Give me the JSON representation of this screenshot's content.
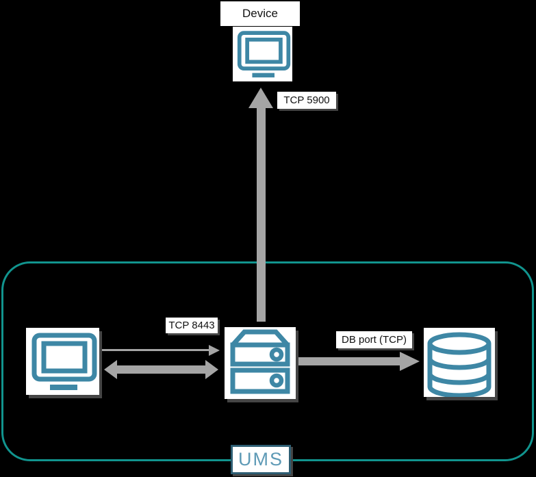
{
  "colors": {
    "background": "#000000",
    "icon_teal": "#3E87A5",
    "group_border_teal": "#11948E",
    "arrow_gray": "#A5A5A5",
    "label_text": "#111111",
    "label_background": "#FFFFFF",
    "ums_label_text": "#5E9AB6",
    "ums_label_border": "#2E5E73",
    "shadow_gray": "#454545"
  },
  "diagram": {
    "device": {
      "label": "Device",
      "icon": "monitor-icon"
    },
    "edges": {
      "server_to_device": {
        "label": "TCP 5900",
        "style": "thick-arrow-up"
      },
      "console_to_server": {
        "label": "TCP 8443",
        "style": "thin-arrow-right"
      },
      "console_server_sync": {
        "style": "thick-arrow-bidirectional"
      },
      "server_to_database": {
        "label": "DB port (TCP)",
        "style": "thick-arrow-right"
      }
    },
    "group": {
      "label": "UMS",
      "nodes": {
        "console": {
          "icon": "monitor-icon"
        },
        "server": {
          "icon": "server-icon"
        },
        "database": {
          "icon": "database-icon"
        }
      }
    }
  }
}
